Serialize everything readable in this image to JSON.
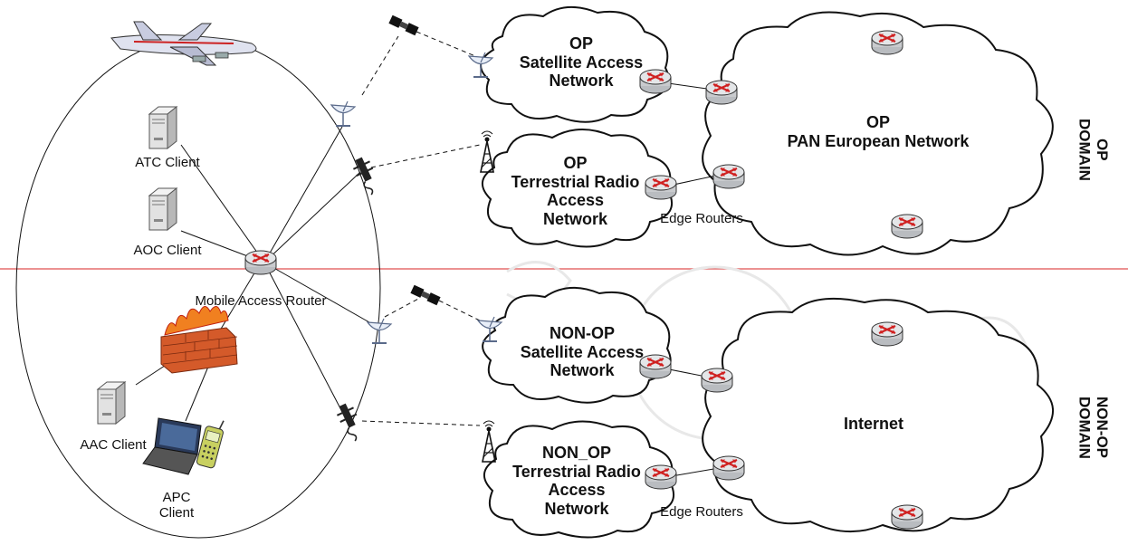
{
  "clients": {
    "atc": "ATC Client",
    "aoc": "AOC Client",
    "aac": "AAC Client",
    "apc_line1": "APC",
    "apc_line2": "Client"
  },
  "mobile_router_label": "Mobile Access Router",
  "op": {
    "satellite_network": [
      "OP",
      "Satellite Access",
      "Network"
    ],
    "terrestrial_network": [
      "OP",
      "Terrestrial Radio",
      "Access",
      "Network"
    ],
    "backbone": [
      "OP",
      "PAN European Network"
    ],
    "edge_routers": "Edge Routers",
    "domain": [
      "OP",
      "DOMAIN"
    ]
  },
  "non_op": {
    "satellite_network": [
      "NON-OP",
      "Satellite Access",
      "Network"
    ],
    "terrestrial_network": [
      "NON_OP",
      "Terrestrial Radio",
      "Access",
      "Network"
    ],
    "backbone": "Internet",
    "edge_routers": "Edge Routers",
    "domain": [
      "NON-OP",
      "DOMAIN"
    ]
  },
  "colors": {
    "domain_divider": "#e05050",
    "router_body": "#d8dadc",
    "router_arrows": "#d02020",
    "firewall": "#d45a2a",
    "flames": "#f08020",
    "server": "#e6e6e6",
    "aircraft": "#c8cce0"
  }
}
